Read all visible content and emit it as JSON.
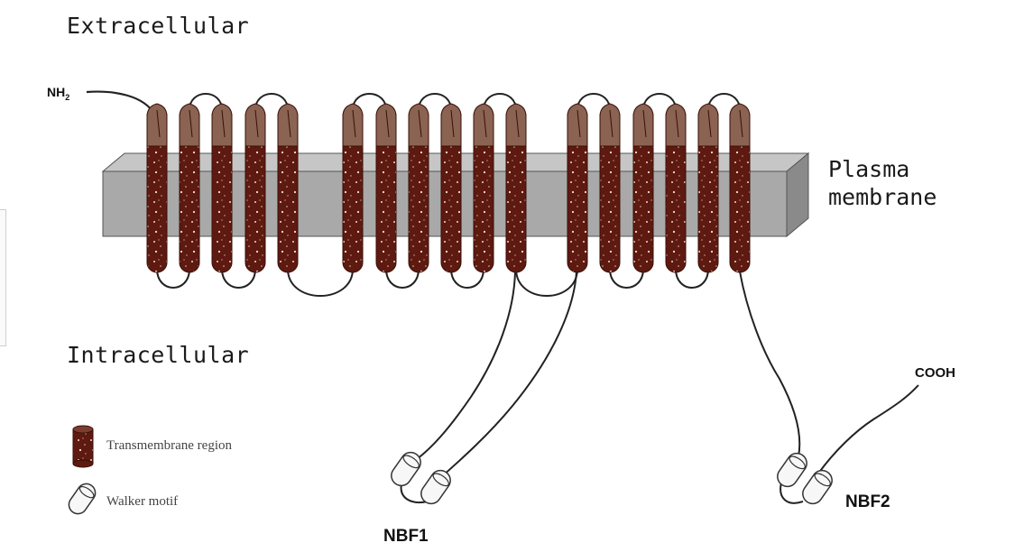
{
  "labels": {
    "extracellular": "Extracellular",
    "intracellular": "Intracellular",
    "membrane_line1": "Plasma",
    "membrane_line2": "membrane",
    "n_terminus": "NH",
    "n_terminus_sub": "2",
    "c_terminus": "COOH",
    "nbf1": "NBF1",
    "nbf2": "NBF2"
  },
  "legend": {
    "transmembrane": "Transmembrane region",
    "walker": "Walker motif"
  },
  "colors": {
    "helix_body": "#5e1a10",
    "helix_cap": "#8a6352",
    "membrane_front": "#a9a9a9",
    "membrane_top": "#c6c6c6",
    "membrane_side": "#8a8a8a",
    "chain": "#222222"
  },
  "icons": {
    "transmembrane": "cylinder-icon",
    "walker": "capsule-icon"
  }
}
